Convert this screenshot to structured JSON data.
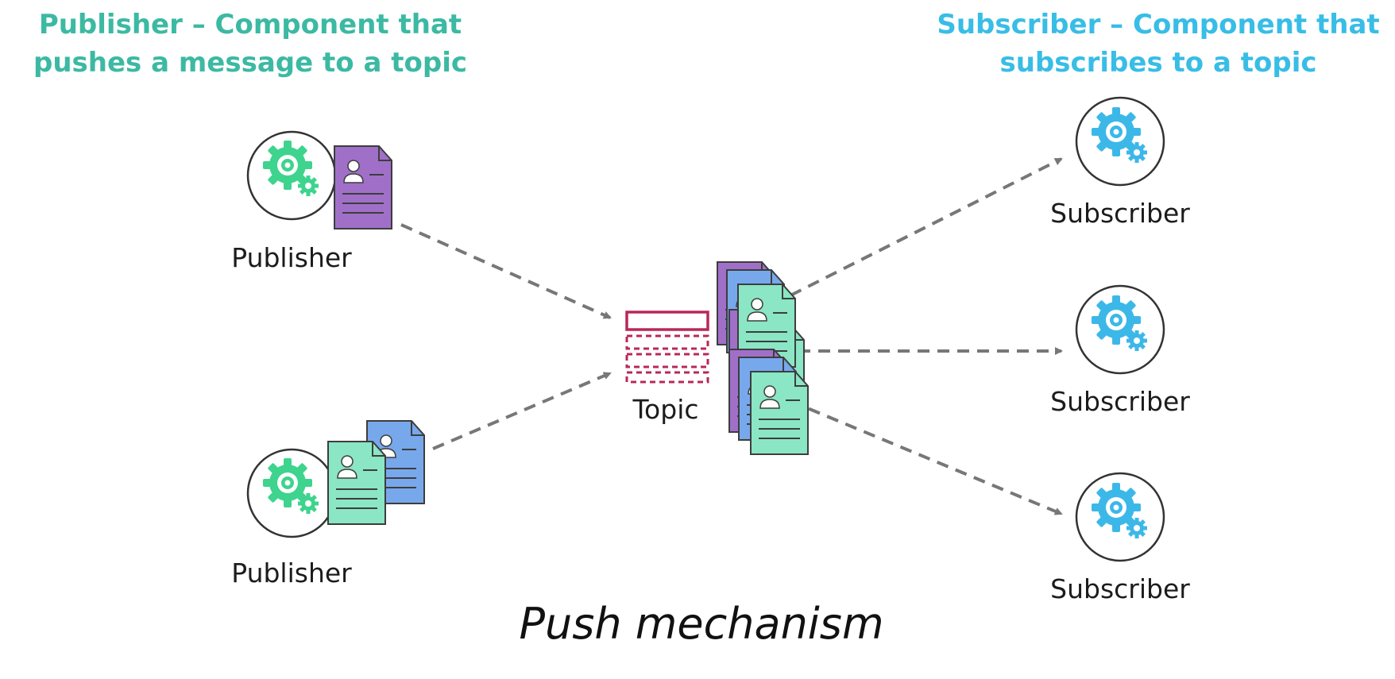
{
  "publisher_header": {
    "line1": "Publisher – Component that",
    "line2": "pushes a message to a topic"
  },
  "subscriber_header": {
    "line1": "Subscriber – Component that",
    "line2": "subscribes to a topic"
  },
  "publishers": [
    {
      "label": "Publisher"
    },
    {
      "label": "Publisher"
    }
  ],
  "topic": {
    "label": "Topic"
  },
  "subscribers": [
    {
      "label": "Subscriber"
    },
    {
      "label": "Subscriber"
    },
    {
      "label": "Subscriber"
    }
  ],
  "caption": "Push mechanism",
  "colors": {
    "publisher_accent": "#3cb9a3",
    "subscriber_accent": "#38bde6",
    "publisher_gear": "#3ed48e",
    "subscriber_gear": "#3cb8e8",
    "topic": "#b8285a",
    "message_purple": "#a070c8",
    "message_blue": "#78a8ec",
    "message_green": "#8ae6c4",
    "arrow": "#777777"
  }
}
